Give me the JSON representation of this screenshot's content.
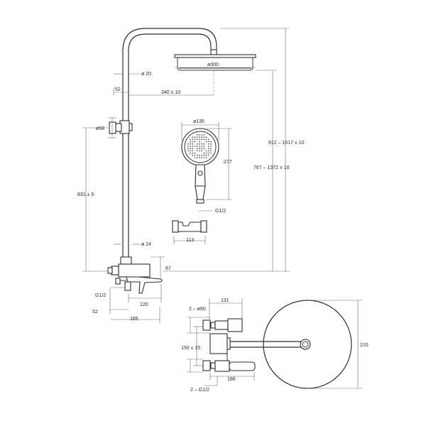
{
  "dimensions": {
    "pipe_diameter": "ø 20",
    "head_diameter": "ø300",
    "offset_52": "52",
    "arm_length": "340 ± 10",
    "knob_diameter": "ø58",
    "mixer_height": "831 ± 5",
    "pipe_24": "ø 24",
    "inlet_thread": "G1/2",
    "spout_67": "67",
    "spout_120": "120",
    "bottom_52": "52",
    "width_165": "165",
    "height_total": "912 – 1517 ± 10",
    "height_arm": "767 – 1372 ± 10",
    "hand_diameter": "ø135",
    "hand_length": "277",
    "hand_thread": "G1/2",
    "holder_width": "113",
    "plan_131": "131",
    "plan_2x60": "2 – ø60",
    "plan_150": "150 ± 15",
    "plan_186": "186",
    "plan_2xg12": "2 – G1/2",
    "head_plan_210": "210"
  }
}
